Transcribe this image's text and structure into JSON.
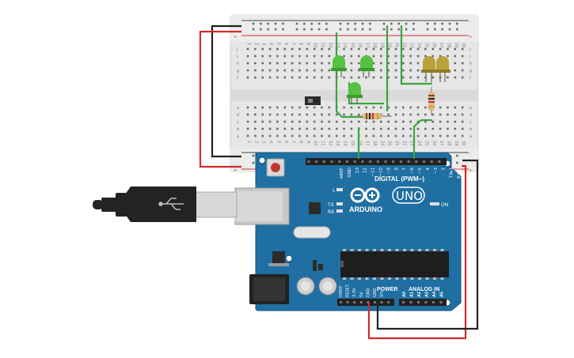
{
  "breadboard": {
    "rail_plus": "+",
    "rail_minus": "-",
    "row_letters_top": [
      "j",
      "i",
      "h",
      "g",
      "f"
    ],
    "row_letters_bottom": [
      "e",
      "d",
      "c",
      "b",
      "a"
    ],
    "column_numbers": [
      "1",
      "2",
      "3",
      "4",
      "5",
      "6",
      "7",
      "8",
      "9",
      "10",
      "11",
      "12",
      "13",
      "14",
      "15",
      "16",
      "17",
      "18",
      "19",
      "20",
      "21",
      "22",
      "23",
      "24",
      "25",
      "26",
      "27",
      "28",
      "29",
      "30"
    ]
  },
  "arduino": {
    "brand": "ARDUINO",
    "model": "UNO",
    "digital_header": "DIGITAL (PWM~)",
    "aref": "AREF",
    "gnd": "GND",
    "digital_pins": [
      "13",
      "12",
      "~11",
      "~10",
      "~9",
      "8",
      "7",
      "~6",
      "~5",
      "4",
      "~3",
      "2",
      "TX▸1",
      "RX◂0"
    ],
    "power_header": "POWER",
    "analog_header": "ANALOG IN",
    "power_pins": [
      "IOREF",
      "RESET",
      "3.3V",
      "5V",
      "GND",
      "GND",
      "Vin"
    ],
    "analog_pins": [
      "A0",
      "A1",
      "A2",
      "A3",
      "A4",
      "A5"
    ],
    "led_l": "L",
    "led_tx": "TX",
    "led_rx": "RX",
    "led_on": "ON"
  },
  "colors": {
    "board_blue": "#1f6fa3",
    "wire_red": "#d42b2b",
    "wire_black": "#222222",
    "wire_green": "#3ba53b",
    "led_green": "#55c341",
    "led_yellow": "#b9a23a"
  }
}
